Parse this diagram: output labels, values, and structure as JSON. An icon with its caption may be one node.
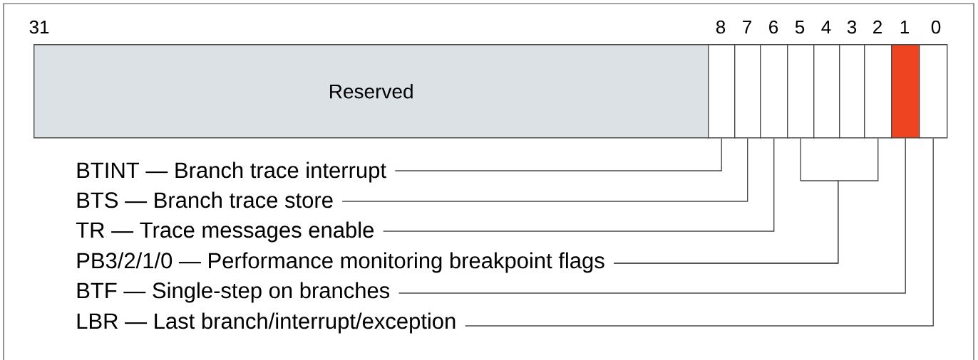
{
  "diagram": {
    "nodes": [
      {
        "text": [
          "Reserved"
        ]
      },
      {
        "text": [],
        "shape": "box"
      },
      {
        "text": [],
        "shape": "box"
      },
      {
        "text": [],
        "shape": "box"
      },
      {
        "text": [],
        "shape": "box"
      },
      {
        "text": [],
        "shape": "box"
      },
      {
        "text": [],
        "shape": "box"
      },
      {
        "text": [],
        "shape": "box"
      },
      {
        "text": [],
        "shape": "box"
      },
      {
        "text": [],
        "shape": "box"
      },
      {
        "text": [
          "BTINT — Branch trace interrupt"
        ]
      },
      {
        "text": [
          "BTS —  Branch trace store"
        ]
      },
      {
        "text": [
          "TR — Trace messages enable"
        ]
      },
      {
        "text": [
          "PB3/2/1/0 — Performance monitoring breakpoint flags"
        ]
      },
      {
        "text": [
          "BTF — Single-step on branches"
        ]
      },
      {
        "text": [
          "LBR — Last branch/interrupt/exception"
        ]
      }
    ],
    "edges": [
      {
        "from": 10,
        "to": 1,
        "arrow": "none"
      },
      {
        "from": 11,
        "to": 2,
        "arrow": "none"
      },
      {
        "from": 12,
        "to": 3,
        "arrow": "none"
      },
      {
        "from": 13,
        "to": 4,
        "arrow": "none"
      },
      {
        "from": 13,
        "to": 7,
        "arrow": "none"
      },
      {
        "from": 14,
        "to": 8,
        "arrow": "none"
      },
      {
        "from": 15,
        "to": 9,
        "arrow": "none"
      }
    ],
    "labels": [
      "31",
      "8",
      "7",
      "6",
      "5",
      "4",
      "3",
      "2",
      "1",
      "0"
    ]
  }
}
